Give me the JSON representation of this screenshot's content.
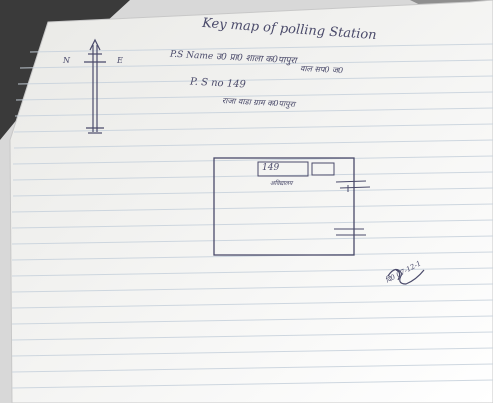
{
  "note": {
    "title": "Key map of polling Station",
    "ps_name_line1": "P.S Name  उ0 प्रा0 शाला  क0पापुरा",
    "ps_name_line2": "वाल सप0 ज0",
    "ps_number": "P. S no  149",
    "place_line": "राजा वाडा ग्राम  क0पापुरा",
    "box_number": "149",
    "box_label": "अविद्यालय",
    "signature_date": "दि0 07-12-1",
    "legend_left": "N",
    "legend_right": "E"
  },
  "colors": {
    "paper": "#f4f4f2",
    "ink": "#4a4a6a",
    "ruled_line": "#c9d3dd",
    "background": "#d8d8d8"
  }
}
